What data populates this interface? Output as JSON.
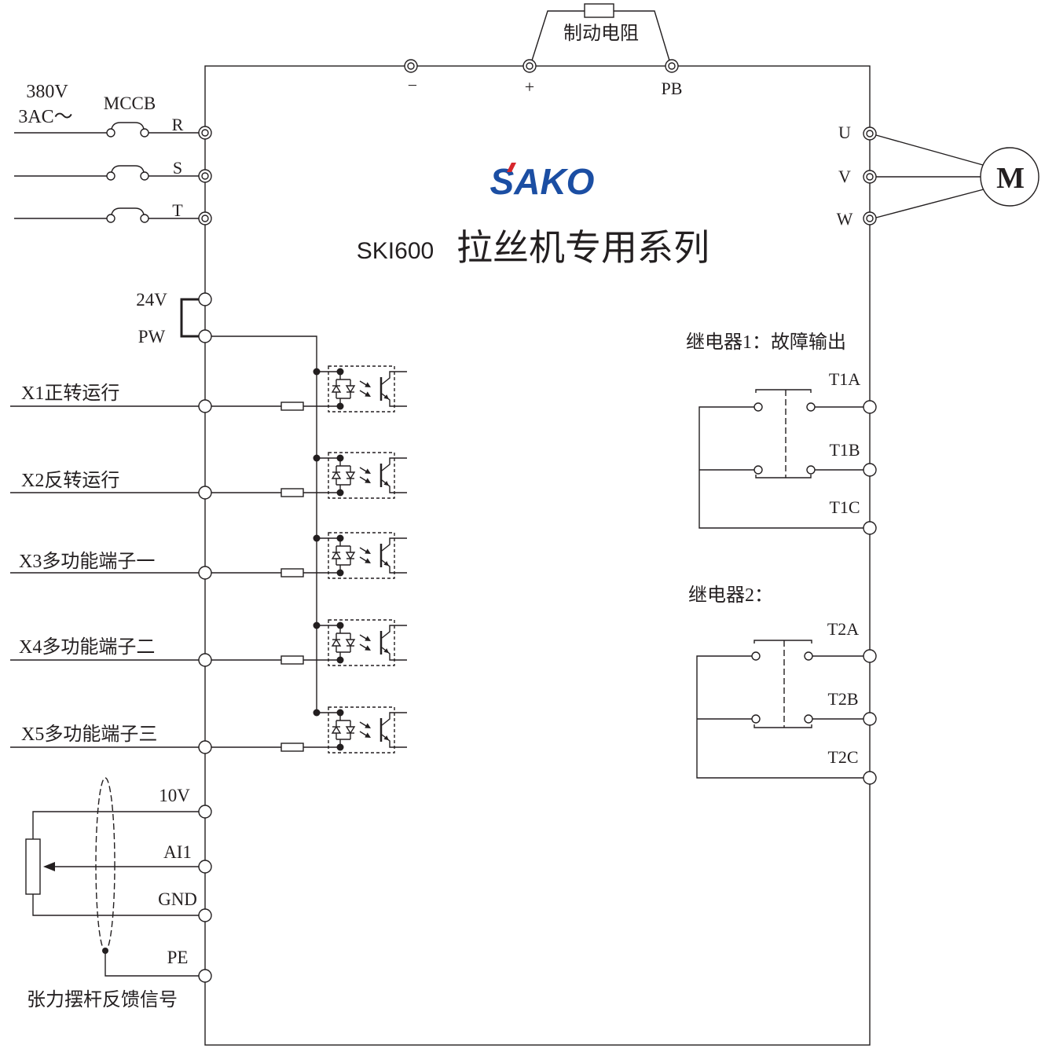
{
  "brake_resistor": {
    "label": "制动电阻"
  },
  "dc_terminals": {
    "minus": "−",
    "plus": "+",
    "pb": "PB"
  },
  "power_input": {
    "voltage": "380V",
    "phase": "3AC～",
    "breaker": "MCCB",
    "terminals": [
      "R",
      "S",
      "T"
    ]
  },
  "logo": {
    "text": "SAKO",
    "color": "#1b4ea3",
    "accent": "#d7262c"
  },
  "title": {
    "model": "SKI600",
    "series": "拉丝机专用系列"
  },
  "motor_output": {
    "terminals": [
      "U",
      "V",
      "W"
    ],
    "motor": "M"
  },
  "supply": {
    "v24": "24V",
    "pw": "PW"
  },
  "digital_inputs": [
    {
      "label": "X1正转运行"
    },
    {
      "label": "X2反转运行"
    },
    {
      "label": "X3多功能端子一"
    },
    {
      "label": "X4多功能端子二"
    },
    {
      "label": "X5多功能端子三"
    }
  ],
  "relay1": {
    "title": "继电器1：故障输出",
    "terminals": [
      "T1A",
      "T1B",
      "T1C"
    ]
  },
  "relay2": {
    "title": "继电器2：",
    "terminals": [
      "T2A",
      "T2B",
      "T2C"
    ]
  },
  "analog_input": {
    "terminals": [
      "10V",
      "AI1",
      "GND",
      "PE"
    ],
    "caption": "张力摆杆反馈信号"
  }
}
